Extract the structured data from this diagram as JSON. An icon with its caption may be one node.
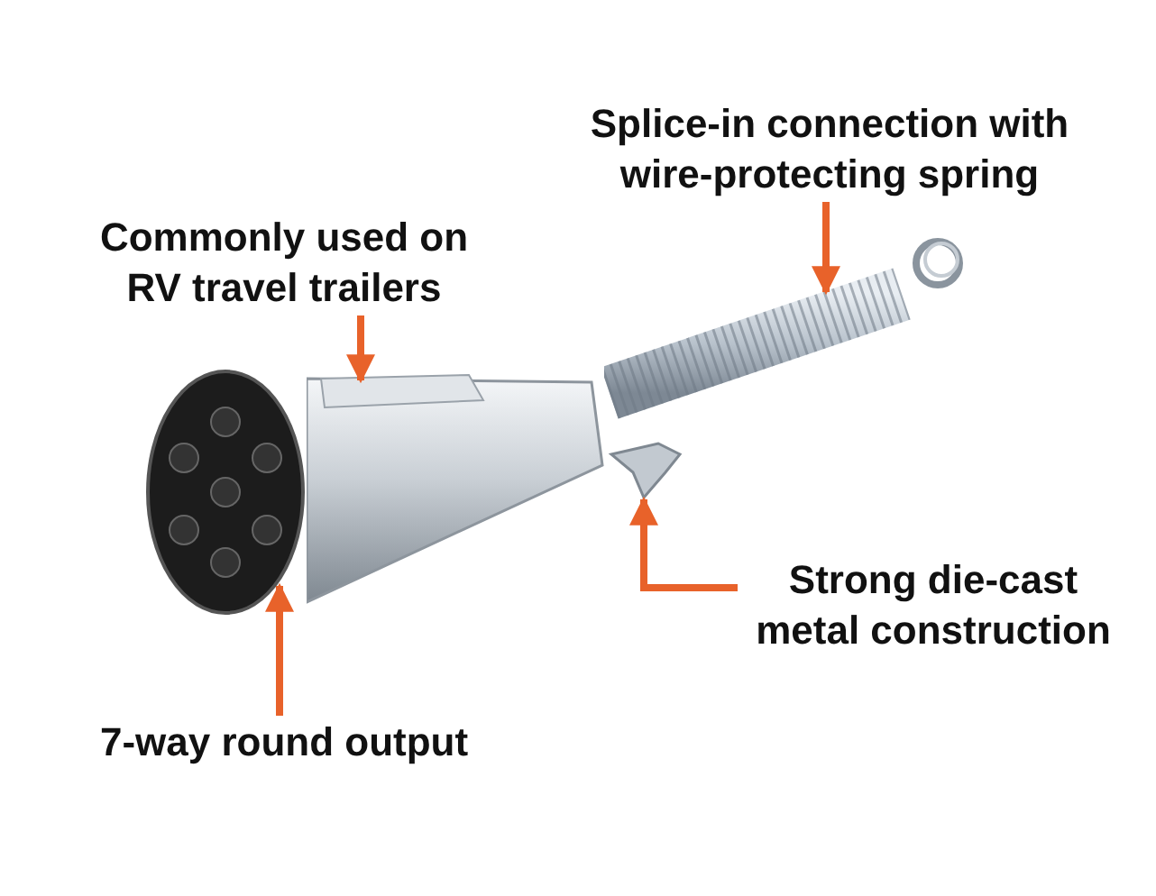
{
  "diagram": {
    "nodes": [
      {
        "text": [
          "Splice-in connection with wire-protecting spring"
        ]
      },
      {
        "text": [],
        "shape": "picture"
      },
      {
        "text": [
          "Commonly used on RV travel trailers"
        ]
      },
      {
        "text": [],
        "shape": "picture"
      },
      {
        "text": [
          "Strong die-cast metal construction"
        ]
      },
      {
        "text": [],
        "shape": "picture"
      },
      {
        "text": [
          "7-way round output"
        ]
      },
      {
        "text": [],
        "shape": "picture"
      }
    ],
    "edges": [
      {
        "from": 0,
        "to": 1,
        "arrow": "to"
      },
      {
        "from": 2,
        "to": 3,
        "arrow": "to"
      },
      {
        "from": 4,
        "to": 5,
        "arrow": "to"
      },
      {
        "from": 6,
        "to": 7,
        "arrow": "to"
      }
    ]
  }
}
